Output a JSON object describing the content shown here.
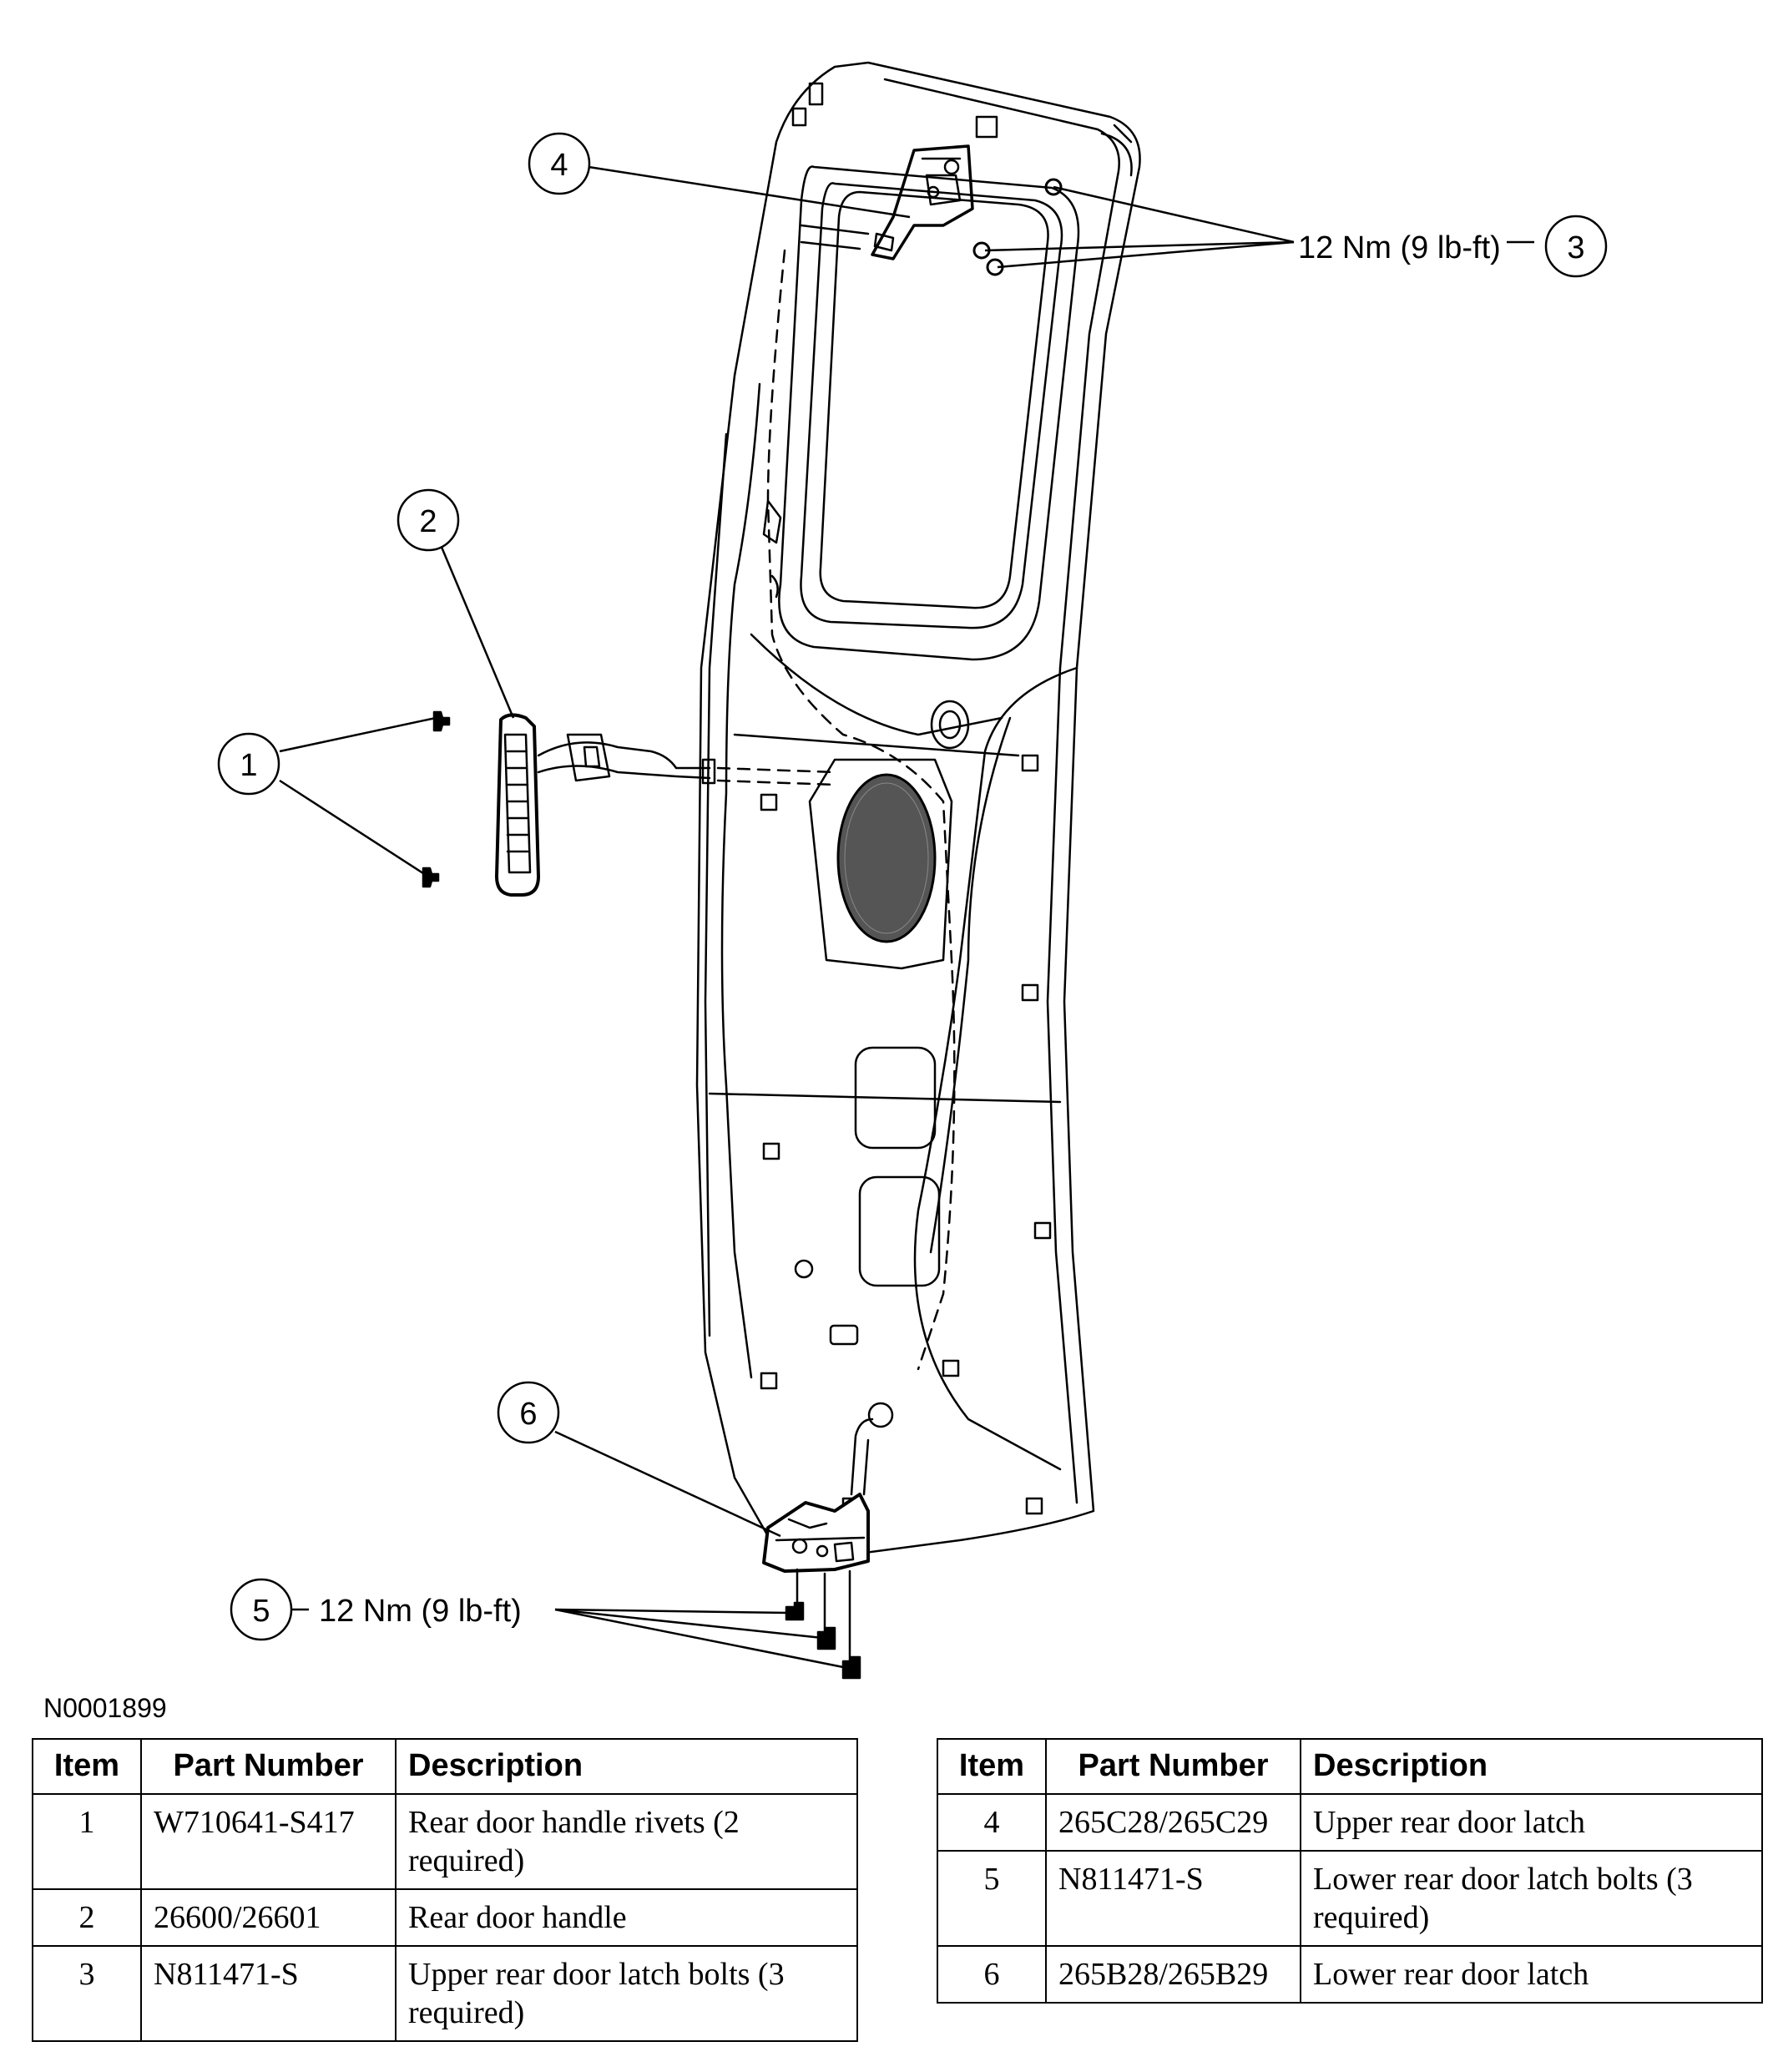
{
  "figure_id": "N0001899",
  "callouts": [
    {
      "num": "1",
      "text": ""
    },
    {
      "num": "2",
      "text": ""
    },
    {
      "num": "3",
      "text": "12 Nm (9 lb-ft)"
    },
    {
      "num": "4",
      "text": ""
    },
    {
      "num": "5",
      "text": "12 Nm (9 lb-ft)"
    },
    {
      "num": "6",
      "text": ""
    }
  ],
  "table_headers": {
    "item": "Item",
    "part": "Part Number",
    "desc": "Description"
  },
  "table_left": [
    {
      "item": "1",
      "part": "W710641-S417",
      "desc": "Rear door handle rivets (2 required)"
    },
    {
      "item": "2",
      "part": "26600/26601",
      "desc": "Rear door handle"
    },
    {
      "item": "3",
      "part": "N811471-S",
      "desc": "Upper rear door latch bolts (3 required)"
    }
  ],
  "table_right": [
    {
      "item": "4",
      "part": "265C28/265C29",
      "desc": "Upper rear door latch"
    },
    {
      "item": "5",
      "part": "N811471-S",
      "desc": "Lower rear door latch bolts (3 required)"
    },
    {
      "item": "6",
      "part": "265B28/265B29",
      "desc": "Lower rear door latch"
    }
  ]
}
